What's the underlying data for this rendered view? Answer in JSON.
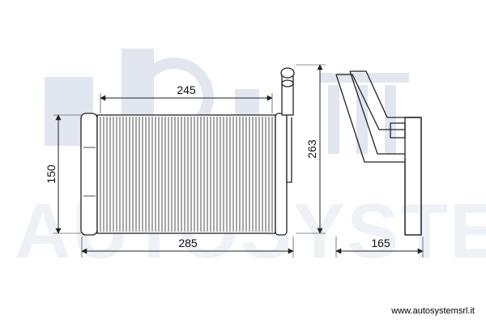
{
  "watermark": {
    "text": "AUTOSYSTEM",
    "color": "#c9d3e3"
  },
  "dimensions": {
    "core_width": "245",
    "core_height": "150",
    "overall_height": "263",
    "overall_width": "285",
    "depth": "165"
  },
  "footer": {
    "website": "www.autosystemsrl.it"
  },
  "colors": {
    "line": "#222222",
    "watermark": "#c9d3e3"
  }
}
